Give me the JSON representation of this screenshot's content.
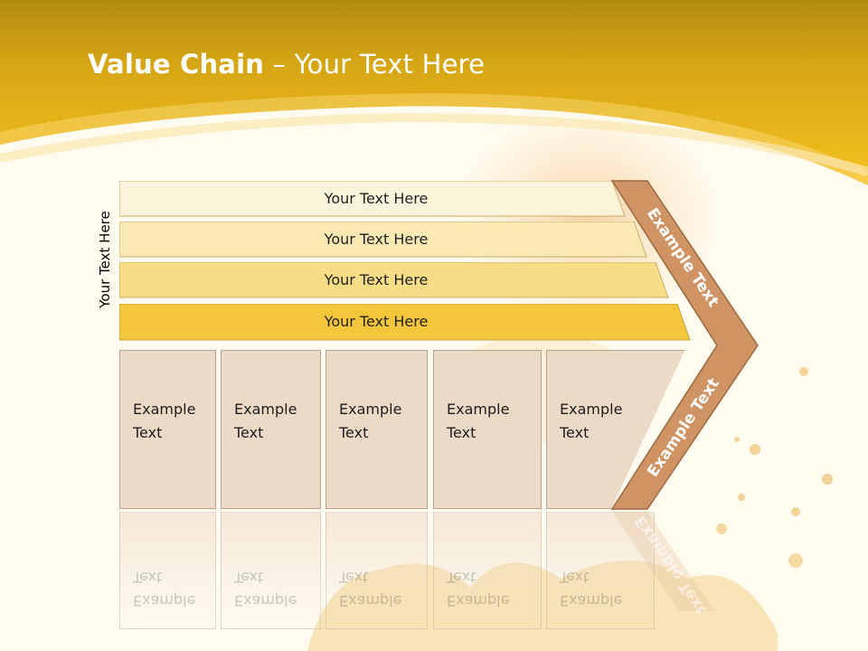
{
  "slide": {
    "title_bold": "Value Chain",
    "title_rest": " – Your Text Here",
    "side_label": "Your Text Here"
  },
  "bands": [
    {
      "label": "Your Text Here",
      "color": "#fcf4da"
    },
    {
      "label": "Your Text Here",
      "color": "#fbe9b4"
    },
    {
      "label": "Your Text Here",
      "color": "#f8dc86"
    },
    {
      "label": "Your Text Here",
      "color": "#f3c63b"
    }
  ],
  "columns": [
    {
      "label": "Example\nText"
    },
    {
      "label": "Example\nText"
    },
    {
      "label": "Example\nText"
    },
    {
      "label": "Example\nText"
    },
    {
      "label": "Example\nText"
    }
  ],
  "chevron": {
    "upper_label": "Example Text",
    "lower_label": "Example Text",
    "color": "#cf9364",
    "border": "#9c6a41"
  },
  "colors": {
    "header_gold": "#f1bd1a",
    "header_dark": "#b8900f",
    "background": "#fffbef"
  }
}
